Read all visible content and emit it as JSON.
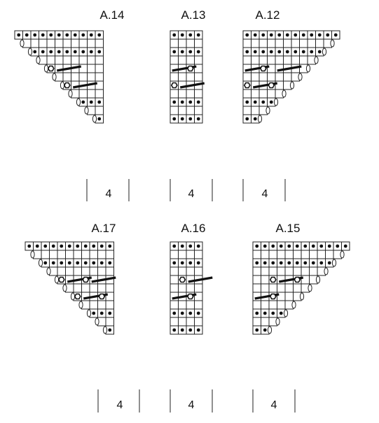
{
  "charts": [
    {
      "id": "A.14",
      "title": "A.14",
      "width_label": "4",
      "cells": [
        "BBBBBBBBBBB",
        ".BBBBBBBBBB",
        "..BBBBBBBBB",
        "...BBBBBBBB",
        "....HDBBBBB",
        ".....BBBBBB",
        "......HDBBB",
        ".......BBBB",
        "........BBB",
        ".........BB",
        "..........B"
      ],
      "dot_rows": [
        0,
        2,
        8,
        10
      ],
      "increase_marks": [
        1,
        2,
        3,
        4,
        5,
        6,
        7,
        8,
        9,
        10
      ]
    },
    {
      "id": "A.13",
      "title": "A.13",
      "width_label": "4",
      "cells": [
        "BBBB",
        "BBBB",
        "BBBB",
        "BBBB",
        "DBHB",
        "BBBB",
        "HDBB",
        "BBBB",
        "BBBB",
        "BBBB",
        "BBBB"
      ],
      "dot_rows": [
        0,
        2,
        8,
        10
      ],
      "increase_marks": []
    },
    {
      "id": "A.12",
      "title": "A.12",
      "width_label": "4",
      "cells": [
        "BBBBBBBBBBBB",
        "BBBBBBBBBBB.",
        "BBBBBBBBBB..",
        "BBBBBBBBB...",
        "DBHBDB BB....",
        "BBBBBBB.....",
        "HDBHBB......",
        "BBBBB.......",
        "BBBB........",
        "BBB.........",
        "BB.........."
      ],
      "dot_rows": [
        0,
        2,
        8,
        10
      ],
      "increase_marks": [
        1,
        2,
        3,
        4,
        5,
        6,
        7,
        8,
        9,
        10
      ]
    },
    {
      "id": "A.17",
      "title": "A.17",
      "width_label": "4",
      "cells": [
        "BBBBBBBBBBB",
        ".BBBBBBBBBB",
        "..BBBBBBBBB",
        "...BBBBBBBB",
        "....HDBHDB",
        ".....BBBBBB",
        "......HDBH",
        ".......BBBB",
        "........BBB",
        ".........BB",
        "..........B"
      ],
      "dot_rows": [
        0,
        2,
        8,
        10
      ],
      "increase_marks": [
        1,
        2,
        3,
        4,
        5,
        6,
        7,
        8,
        9,
        10
      ]
    },
    {
      "id": "A.16",
      "title": "A.16",
      "width_label": "4",
      "cells": [
        "BBBB",
        "BBBB",
        "BBBB",
        "BBBB",
        "BHDB",
        "BBBB",
        "DBHB",
        "BBBB",
        "BBBB",
        "BBBB",
        "BBBB"
      ],
      "dot_rows": [
        0,
        2,
        8,
        10
      ],
      "increase_marks": []
    },
    {
      "id": "A.15",
      "title": "A.15",
      "width_label": "4",
      "cells": [
        "BBBBBBBBBBBB",
        "BBBBBBBBBBB.",
        "BBBBBBBBBB..",
        "BBBBBBBBB...",
        "BBHDBH......",
        "BBBBBBB.....",
        "DBHBB.......",
        "BBBBB.......",
        "BBBB........",
        "BBB.........",
        "BB.........."
      ],
      "dot_rows": [
        0,
        2,
        8,
        10
      ],
      "increase_marks": [
        1,
        2,
        3,
        4,
        5,
        6,
        7,
        8,
        9,
        10
      ]
    }
  ]
}
